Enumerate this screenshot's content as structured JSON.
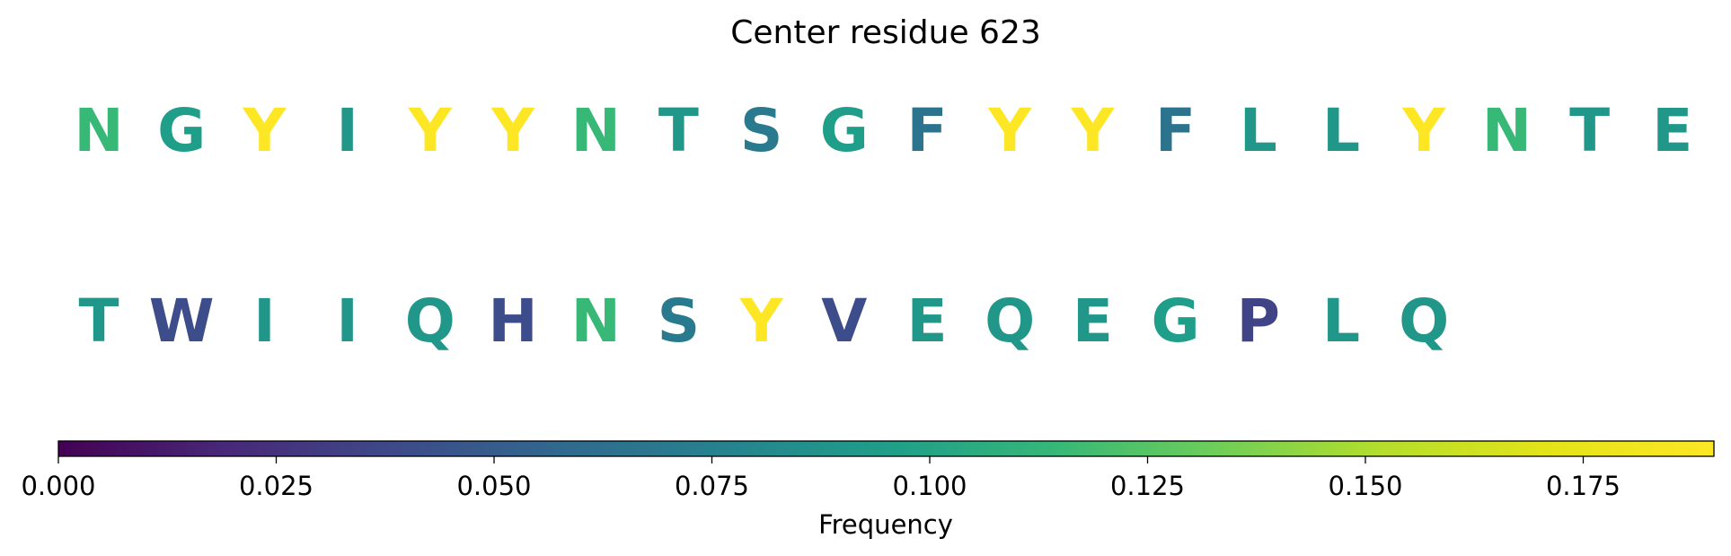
{
  "chart_data": {
    "type": "heatmap",
    "title": "Center residue 623",
    "colormap": "viridis",
    "rows": [
      {
        "residues": [
          "N",
          "G",
          "Y",
          "I",
          "Y",
          "Y",
          "N",
          "T",
          "S",
          "G",
          "F",
          "Y",
          "Y",
          "F",
          "L",
          "L",
          "Y",
          "N",
          "T",
          "E"
        ],
        "values": [
          0.115,
          0.095,
          0.19,
          0.09,
          0.19,
          0.19,
          0.115,
          0.09,
          0.07,
          0.095,
          0.065,
          0.19,
          0.19,
          0.065,
          0.09,
          0.09,
          0.19,
          0.115,
          0.09,
          0.09
        ]
      },
      {
        "residues": [
          "T",
          "W",
          "I",
          "I",
          "Q",
          "H",
          "N",
          "S",
          "Y",
          "V",
          "E",
          "Q",
          "E",
          "G",
          "P",
          "L",
          "Q"
        ],
        "values": [
          0.09,
          0.04,
          0.09,
          0.09,
          0.09,
          0.04,
          0.115,
          0.07,
          0.19,
          0.04,
          0.09,
          0.09,
          0.09,
          0.095,
          0.035,
          0.09,
          0.09
        ]
      }
    ],
    "colorbar": {
      "label": "Frequency",
      "range": [
        0,
        0.19
      ],
      "ticks": [
        0.0,
        0.025,
        0.05,
        0.075,
        0.1,
        0.125,
        0.15,
        0.175
      ],
      "tick_labels": [
        "0.000",
        "0.025",
        "0.050",
        "0.075",
        "0.100",
        "0.125",
        "0.150",
        "0.175"
      ]
    }
  }
}
